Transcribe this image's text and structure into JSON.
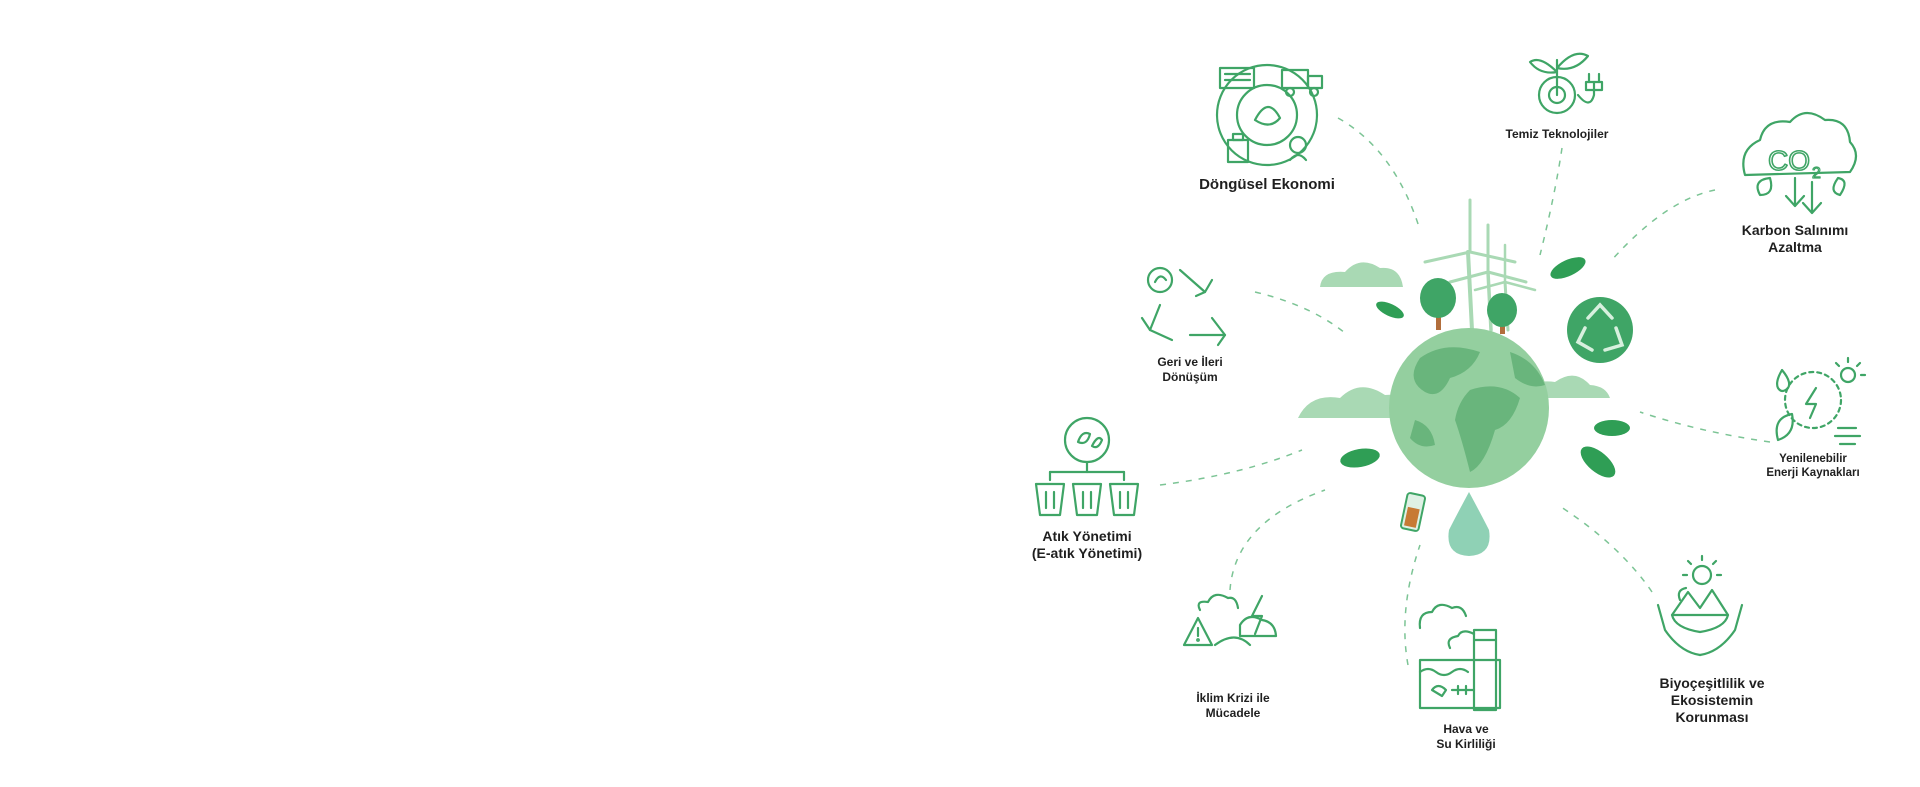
{
  "diagram": {
    "center": {
      "globe_icon": "globe-icon",
      "turbine_icon": "wind-turbine-icon",
      "recycle_icon": "recycle-badge-icon",
      "battery_icon": "battery-icon",
      "drop_icon": "water-drop-icon"
    },
    "topics": [
      {
        "id": "dongusel",
        "icon": "circular-economy-icon",
        "lines": [
          "Döngüsel Ekonomi"
        ]
      },
      {
        "id": "temiz",
        "icon": "clean-tech-icon",
        "lines": [
          "Temiz Teknolojiler"
        ]
      },
      {
        "id": "karbon",
        "icon": "co2-cloud-icon",
        "lines": [
          "Karbon Salınımı",
          "Azaltma"
        ]
      },
      {
        "id": "geri",
        "icon": "recycle-arrows-icon",
        "lines": [
          "Geri ve İleri",
          "Dönüşüm"
        ]
      },
      {
        "id": "yenilenebilir",
        "icon": "renewable-energy-icon",
        "lines": [
          "Yenilenebilir",
          "Enerji Kaynakları"
        ]
      },
      {
        "id": "atik",
        "icon": "waste-bins-icon",
        "lines": [
          "Atık Yönetimi",
          "(E-atık Yönetimi)"
        ]
      },
      {
        "id": "iklim",
        "icon": "climate-crisis-icon",
        "lines": [
          "İklim Krizi ile",
          "Mücadele"
        ]
      },
      {
        "id": "hava",
        "icon": "pollution-factory-icon",
        "lines": [
          "Hava ve",
          "Su Kirliliği"
        ]
      },
      {
        "id": "biyo",
        "icon": "biodiversity-hands-icon",
        "lines": [
          "Biyoçeşitlilik ve",
          "Ekosistemin",
          "Korunması"
        ]
      }
    ],
    "colors": {
      "primary": "#3fa566",
      "light": "#a9d9b4",
      "globe": "#94cf9f",
      "land": "#69b57c",
      "leaf": "#2f9e55",
      "tree_trunk": "#b26e3c",
      "battery": "#c77a35",
      "drop": "#8fd1b5"
    }
  }
}
